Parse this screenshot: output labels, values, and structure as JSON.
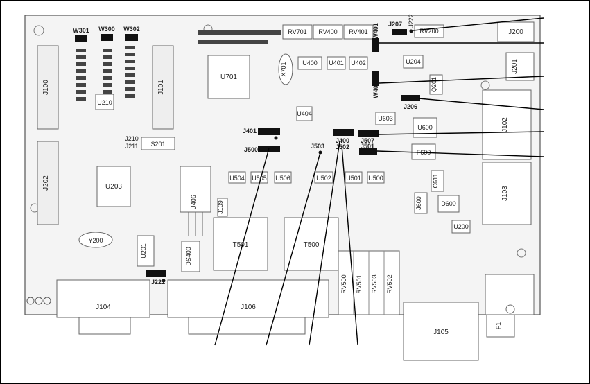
{
  "board": {
    "components": {
      "W301": "W301",
      "W300": "W300",
      "W302": "W302",
      "J100": "J100",
      "J101": "J101",
      "U210": "U210",
      "U701": "U701",
      "RV701": "RV701",
      "RV400": "RV400",
      "RV401": "RV401",
      "W401": "W401",
      "J207": "J207",
      "J222": "J222",
      "RV200": "RV200",
      "J200": "J200",
      "J201": "J201",
      "X701": "X701",
      "U400": "U400",
      "U401": "U401",
      "U402": "U402",
      "U204": "U204",
      "W402": "W402",
      "Q201": "Q201",
      "J206": "J206",
      "U404": "U404",
      "U603": "U603",
      "U600": "U600",
      "J102": "J102",
      "J401": "J401",
      "J210": "J210",
      "J211": "J211",
      "S201": "S201",
      "J500": "J500",
      "J503": "J503",
      "J400": "J400",
      "J502": "J502",
      "J507": "J507",
      "J501": "J501",
      "F600": "F600",
      "J202": "J202",
      "U203": "U203",
      "U406": "U406",
      "U504": "U504",
      "U505": "U505",
      "U506": "U506",
      "U502": "U502",
      "U501": "U501",
      "U500": "U500",
      "C611": "C611",
      "J103": "J103",
      "J600": "J600",
      "D600": "D600",
      "J109": "J109",
      "U200": "U200",
      "Y200": "Y200",
      "U201": "U201",
      "T501": "T501",
      "T500": "T500",
      "DS400": "DS400",
      "J221": "J221",
      "RV500": "RV500",
      "RV501": "RV501",
      "RV503": "RV503",
      "RV502": "RV502",
      "J104": "J104",
      "J106": "J106",
      "J105": "J105",
      "F1": "F1"
    }
  },
  "colors": {
    "board_fill": "#f4f4f4",
    "outline": "#555555",
    "jumper": "#111111",
    "pad": "#444444",
    "leader": "#000000"
  }
}
